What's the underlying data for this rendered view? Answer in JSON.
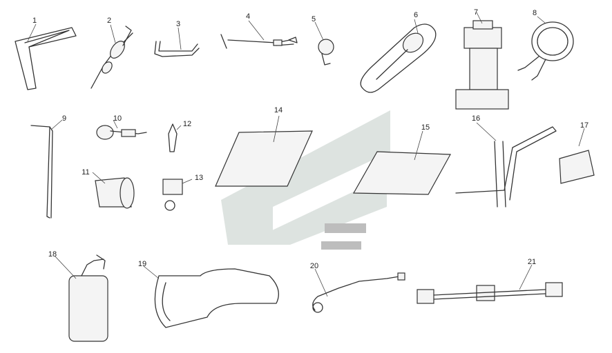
{
  "labels": [
    "1",
    "2",
    "3",
    "4",
    "5",
    "6",
    "7",
    "8",
    "9",
    "10",
    "11",
    "12",
    "13",
    "14",
    "15",
    "16",
    "17",
    "18",
    "19",
    "20",
    "21"
  ],
  "watermark": {
    "color_light": "#dde3e0",
    "color_dark": "#c7cfcb",
    "band_color": "#bdbdbd"
  },
  "line_color": "#333333"
}
